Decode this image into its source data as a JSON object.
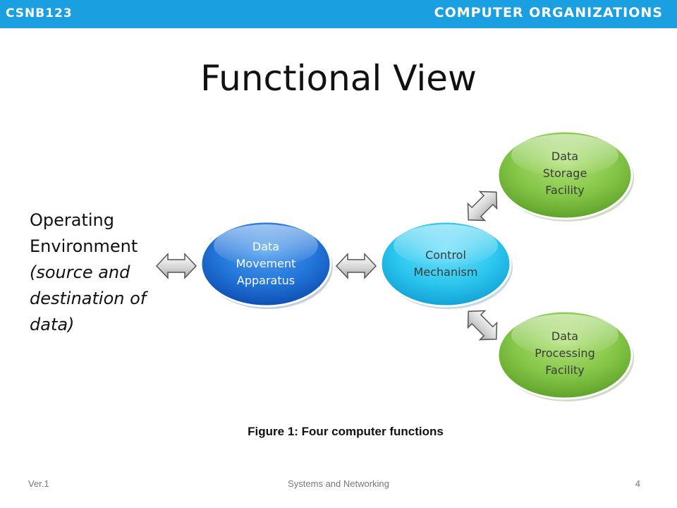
{
  "header": {
    "course_code": "CSNB123",
    "course_name": "COMPUTER ORGANIZATIONS",
    "color": "#1a9fe0"
  },
  "slide": {
    "title": "Functional View"
  },
  "environment": {
    "line1": "Operating",
    "line2": "Environment",
    "line3": "(source and",
    "line4": "destination of",
    "line5": "data)"
  },
  "nodes": {
    "data_movement": {
      "line1": "Data",
      "line2": "Movement",
      "line3": "Apparatus",
      "color": "#1f6fd0"
    },
    "control": {
      "line1": "Control",
      "line2": "Mechanism",
      "color": "#22c0ea"
    },
    "storage": {
      "line1": "Data",
      "line2": "Storage",
      "line3": "Facility",
      "color": "#7bc242"
    },
    "processing": {
      "line1": "Data",
      "line2": "Processing",
      "line3": "Facility",
      "color": "#7bc242"
    }
  },
  "arrows": [
    {
      "from": "operating-environment",
      "to": "data-movement-apparatus",
      "type": "double-arrow"
    },
    {
      "from": "data-movement-apparatus",
      "to": "control-mechanism",
      "type": "double-arrow"
    },
    {
      "from": "control-mechanism",
      "to": "data-storage-facility",
      "type": "double-arrow"
    },
    {
      "from": "control-mechanism",
      "to": "data-processing-facility",
      "type": "double-arrow"
    }
  ],
  "caption": "Figure 1: Four computer functions",
  "footer": {
    "version": "Ver.1",
    "center_text": "Systems and Networking",
    "page_number": "4"
  }
}
